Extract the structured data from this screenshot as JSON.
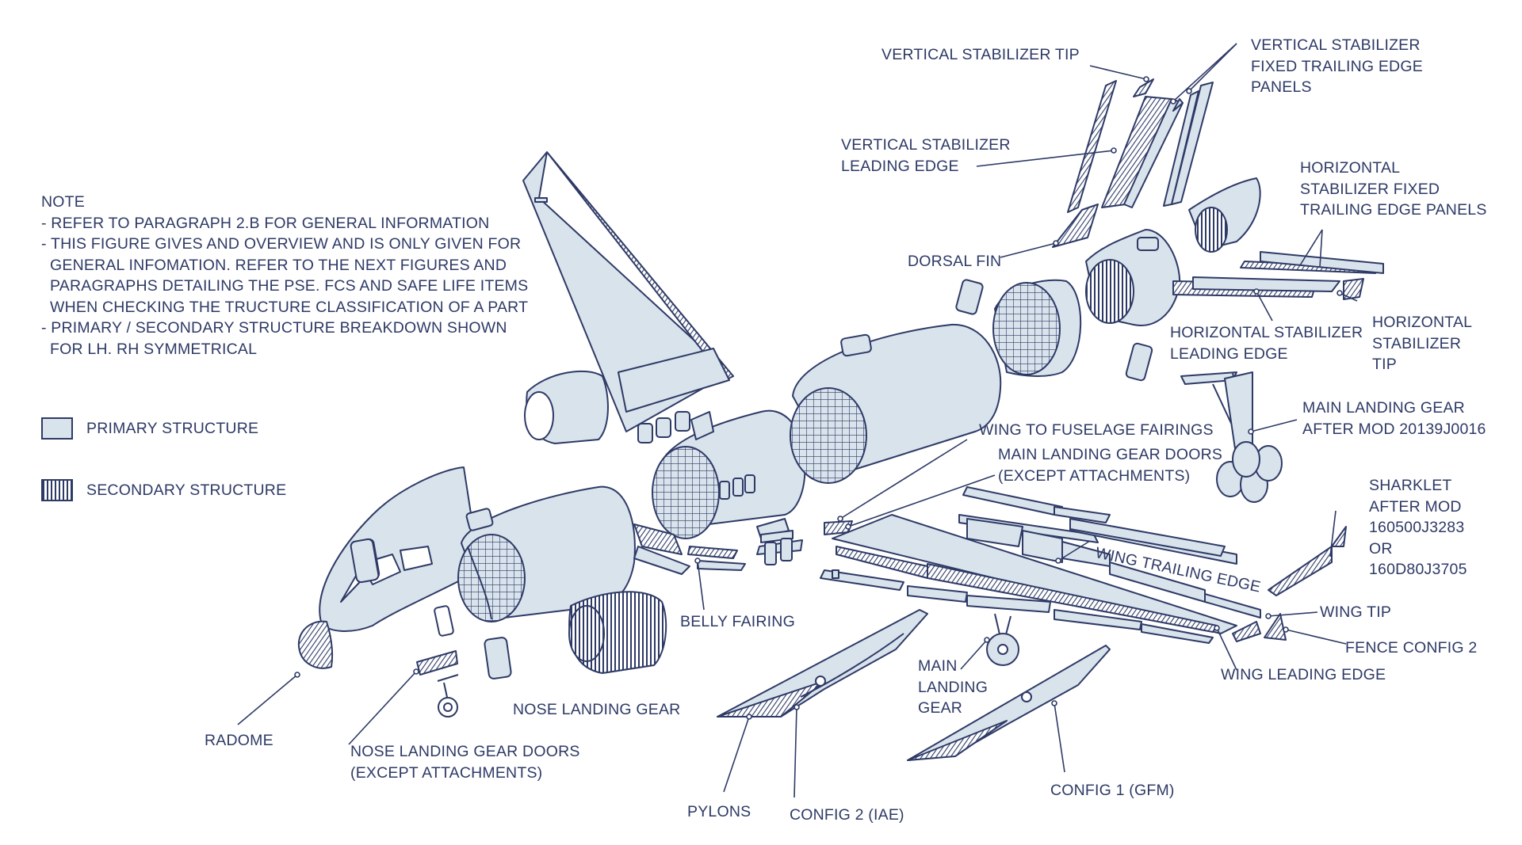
{
  "note": {
    "title": "NOTE",
    "lines": [
      "- REFER TO PARAGRAPH 2.B FOR GENERAL INFORMATION",
      "- THIS FIGURE GIVES AND OVERVIEW AND IS ONLY GIVEN FOR",
      "GENERAL INFOMATION. REFER TO THE NEXT FIGURES AND",
      "PARAGRAPHS DETAILING THE PSE. FCS AND SAFE LIFE ITEMS",
      "WHEN CHECKING THE TRUCTURE CLASSIFICATION OF A PART",
      "- PRIMARY / SECONDARY STRUCTURE BREAKDOWN SHOWN",
      "FOR LH. RH SYMMETRICAL"
    ]
  },
  "legend": {
    "primary": "PRIMARY STRUCTURE",
    "secondary": "SECONDARY STRUCTURE"
  },
  "labels": {
    "vertical_stabilizer_tip": "VERTICAL STABILIZER TIP",
    "vertical_stabilizer_fixed_te": [
      "VERTICAL STABILIZER",
      "FIXED TRAILING EDGE",
      "PANELS"
    ],
    "vertical_stabilizer_le": [
      "VERTICAL STABILIZER",
      "LEADING EDGE"
    ],
    "dorsal_fin": "DORSAL FIN",
    "horizontal_stabilizer_fixed_te": [
      "HORIZONTAL",
      "STABILIZER FIXED",
      "TRAILING EDGE PANELS"
    ],
    "horizontal_stabilizer_le": [
      "HORIZONTAL STABILIZER",
      "LEADING EDGE"
    ],
    "horizontal_stabilizer_tip": [
      "HORIZONTAL",
      "STABILIZER",
      "TIP"
    ],
    "main_landing_gear_after_mod": [
      "MAIN LANDING GEAR",
      "AFTER MOD 20139J0016"
    ],
    "wing_to_fuselage_fairings": "WING TO FUSELAGE FAIRINGS",
    "main_landing_gear_doors": [
      "MAIN LANDING GEAR DOORS",
      "(EXCEPT ATTACHMENTS)"
    ],
    "sharklet": [
      "SHARKLET",
      "AFTER MOD",
      "160500J3283",
      "OR",
      "160D80J3705"
    ],
    "wing_trailing_edge": "WING TRAILING EDGE",
    "wing_tip": "WING TIP",
    "fence_config_2": "FENCE CONFIG 2",
    "wing_leading_edge": "WING LEADING EDGE",
    "belly_fairing": "BELLY FAIRING",
    "main_landing_gear": [
      "MAIN",
      "LANDING",
      "GEAR"
    ],
    "nose_landing_gear": "NOSE LANDING GEAR",
    "radome": "RADOME",
    "nose_landing_gear_doors": [
      "NOSE LANDING GEAR DOORS",
      "(EXCEPT ATTACHMENTS)"
    ],
    "pylons": "PYLONS",
    "config_2_iae": "CONFIG 2 (IAE)",
    "config_1_gfm": "CONFIG 1 (GFM)"
  },
  "colors": {
    "line": "#2e3a66",
    "primary_fill": "#d8e3ec",
    "background": "#ffffff"
  }
}
